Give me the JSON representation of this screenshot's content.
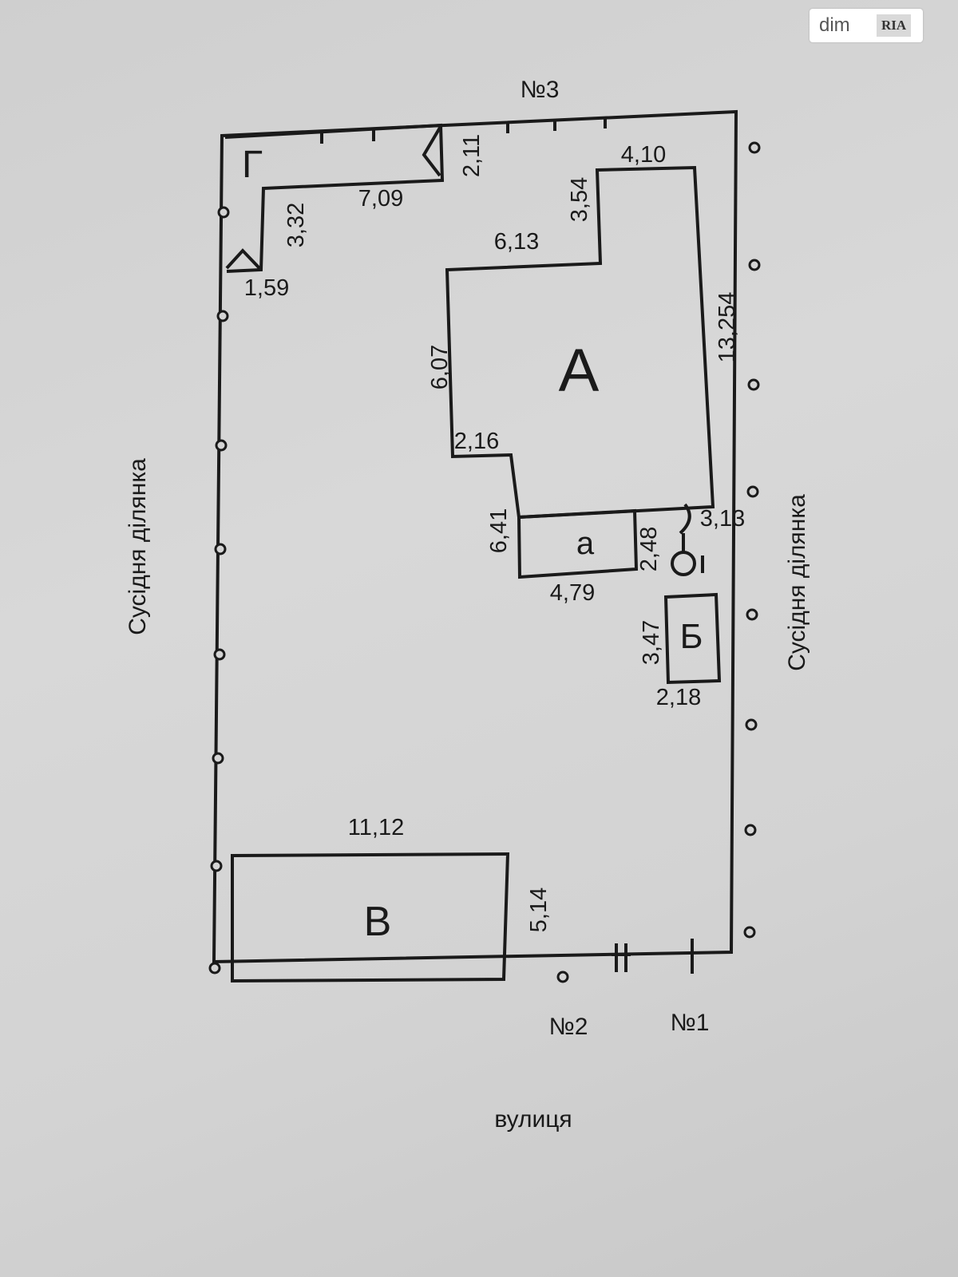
{
  "logo": {
    "text": "dim",
    "badge": "RIA"
  },
  "labels": {
    "north": "№3",
    "no2": "№2",
    "no1": "№1",
    "street": "вулиця",
    "left_neighbor": "Сусідня ділянка",
    "right_neighbor": "Сусідня ділянка"
  },
  "buildings": {
    "A": "А",
    "a": "а",
    "B_cyr": "Б",
    "V": "В",
    "G": "Г"
  },
  "dims": {
    "d410": "4,10",
    "d354": "3,54",
    "d211": "2,11",
    "d709": "7,09",
    "d332": "3,32",
    "d159": "1,59",
    "d613": "6,13",
    "d13254": "13,254",
    "d607": "6,07",
    "d216": "2,16",
    "d641": "6,41",
    "d313": "3,13",
    "d248": "2,48",
    "d479": "4,79",
    "d347": "3,47",
    "d218": "2,18",
    "d1112": "11,12",
    "d514": "5,14"
  }
}
